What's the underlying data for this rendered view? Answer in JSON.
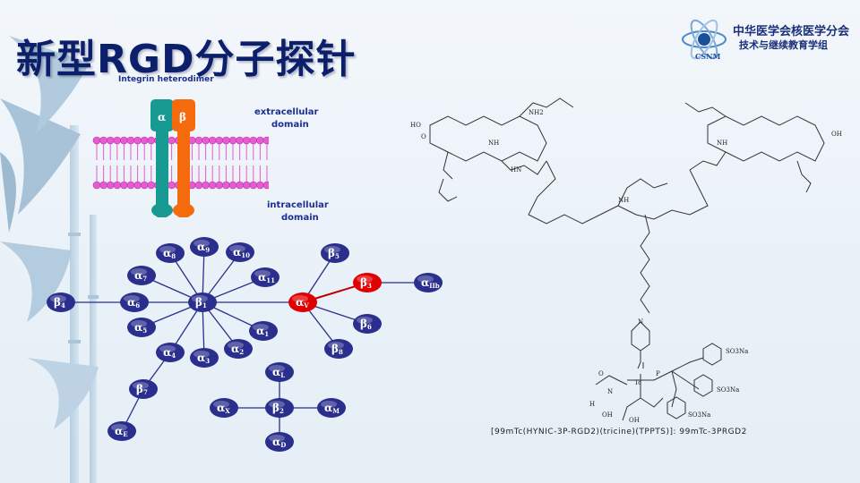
{
  "title": "新型RGD分子探针",
  "logo": {
    "org": "中华医学会核医学分会",
    "dept": "技术与继续教育学组",
    "mark": "CSNM"
  },
  "membrane": {
    "heading": "Integrin heterodimer",
    "alpha": "α",
    "beta": "β",
    "extracellular": "extracellular",
    "extracellular2": "domain",
    "intracellular": "intracellular",
    "intracellular2": "domain"
  },
  "network": {
    "center_b1": {
      "sym": "β",
      "sub": "1"
    },
    "b1_partners": [
      {
        "sym": "α",
        "sub": "8"
      },
      {
        "sym": "α",
        "sub": "9"
      },
      {
        "sym": "α",
        "sub": "10"
      },
      {
        "sym": "α",
        "sub": "7"
      },
      {
        "sym": "α",
        "sub": "11"
      },
      {
        "sym": "α",
        "sub": "6"
      },
      {
        "sym": "α",
        "sub": "5"
      },
      {
        "sym": "α",
        "sub": "4"
      },
      {
        "sym": "α",
        "sub": "3"
      },
      {
        "sym": "α",
        "sub": "2"
      },
      {
        "sym": "α",
        "sub": "1"
      }
    ],
    "b4": {
      "sym": "β",
      "sub": "4"
    },
    "av": {
      "sym": "α",
      "sub": "V"
    },
    "av_partners": [
      {
        "sym": "β",
        "sub": "5"
      },
      {
        "sym": "β",
        "sub": "6"
      },
      {
        "sym": "β",
        "sub": "8"
      }
    ],
    "b3": {
      "sym": "β",
      "sub": "3"
    },
    "aiib": {
      "sym": "α",
      "sub": "IIb"
    },
    "b7": {
      "sym": "β",
      "sub": "7"
    },
    "aE": {
      "sym": "α",
      "sub": "E"
    },
    "b2": {
      "sym": "β",
      "sub": "2"
    },
    "b2_partners": [
      {
        "sym": "α",
        "sub": "L"
      },
      {
        "sym": "α",
        "sub": "X"
      },
      {
        "sym": "α",
        "sub": "M"
      },
      {
        "sym": "α",
        "sub": "D"
      }
    ]
  },
  "structure": {
    "caption": "[99mTc(HYNIC-3P-RGD2)(tricine)(TPPTS)]: 99mTc-3PRGD2",
    "labels": [
      "NH2",
      "HN",
      "NH",
      "HO",
      "O",
      "OH",
      "NH",
      "NH",
      "N",
      "O",
      "Tc",
      "P",
      "SO3Na",
      "SO3Na",
      "SO3Na",
      "H",
      "OH",
      "OH",
      "N"
    ]
  },
  "colors": {
    "title": "#0b1f6b",
    "node": "#2a2e8c",
    "node_red": "#e10000",
    "alpha_chain": "#179a92",
    "beta_chain": "#f46a0c",
    "lipid": "#e65bd2"
  }
}
